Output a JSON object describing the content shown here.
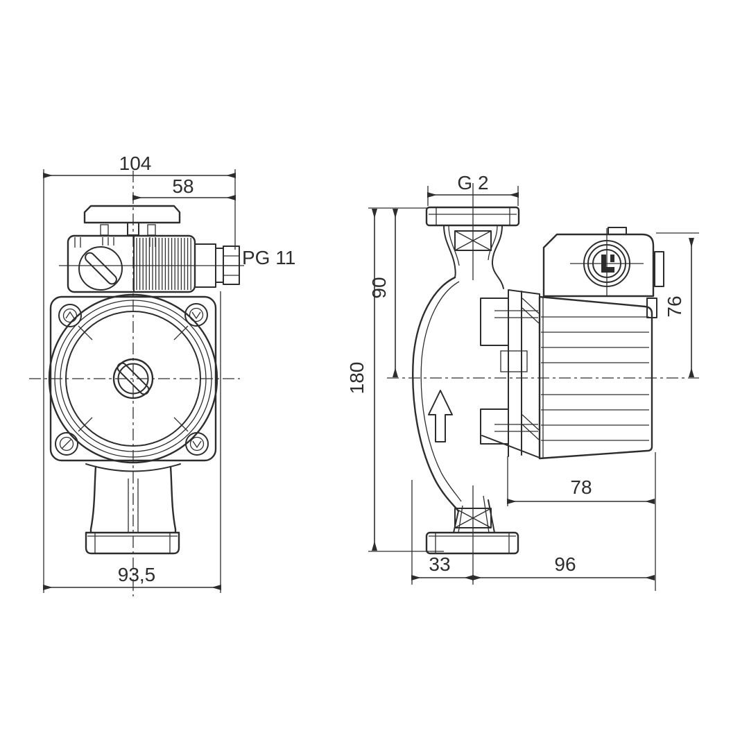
{
  "drawing": {
    "colors": {
      "background": "#ffffff",
      "line": "#2d2d2d",
      "text": "#2d2d2d"
    },
    "front_view": {
      "dim_overall_width": "104",
      "dim_center_to_gland": "58",
      "cable_gland_label": "PG 11",
      "dim_bottom_width": "93,5"
    },
    "side_view": {
      "dim_port_thread": "G 2",
      "dim_flange_to_center": "90",
      "dim_overall_height": "180",
      "dim_box_to_center": "76",
      "dim_motor_depth": "78",
      "dim_center_offset": "33",
      "dim_depth_right": "96"
    }
  }
}
